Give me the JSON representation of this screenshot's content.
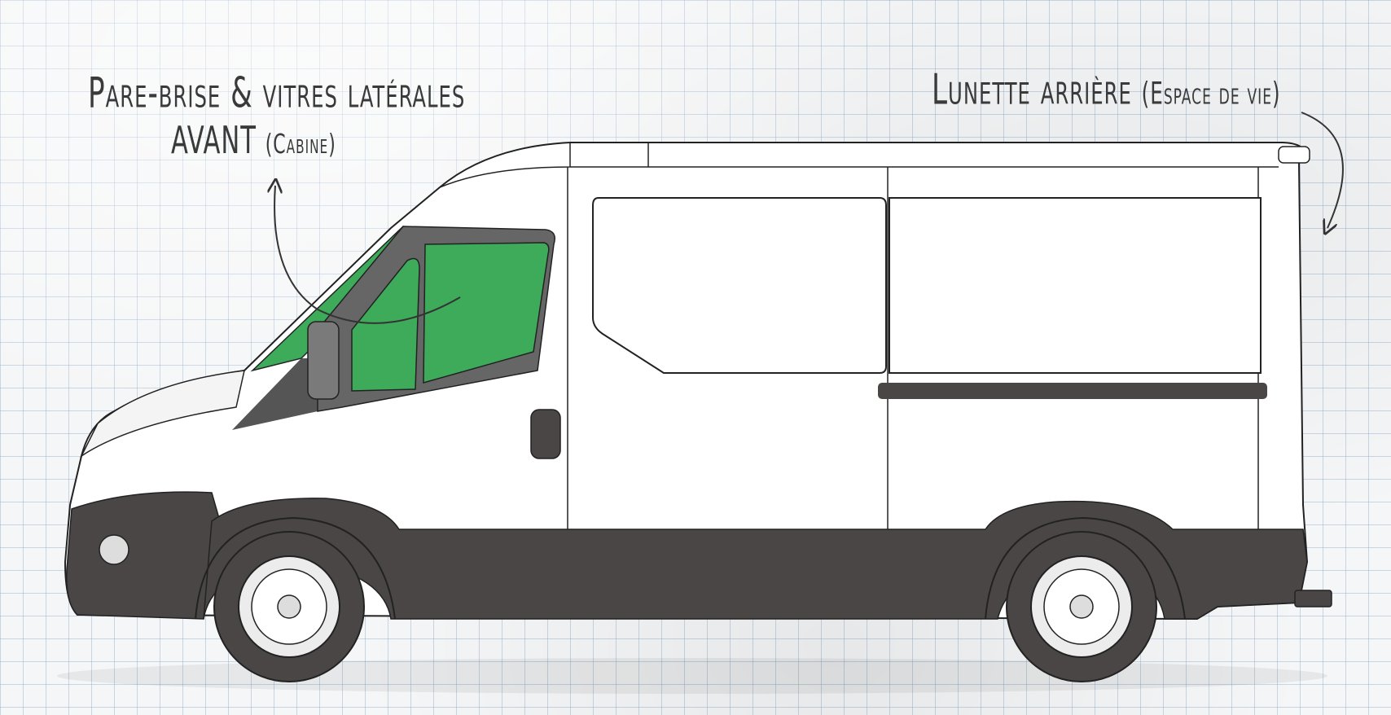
{
  "labels": {
    "front_line1": "Pare-brise & vitres latérales",
    "front_line2_main": "AVANT",
    "front_line2_sub": "(Cabine)",
    "rear_main": "Lunette arrière",
    "rear_sub": "(Espace de vie)"
  },
  "colors": {
    "highlight_glass": "#3dab5a",
    "body_outline": "#222222",
    "lower_trim": "#4a4646",
    "grid": "#a9bdd6"
  }
}
